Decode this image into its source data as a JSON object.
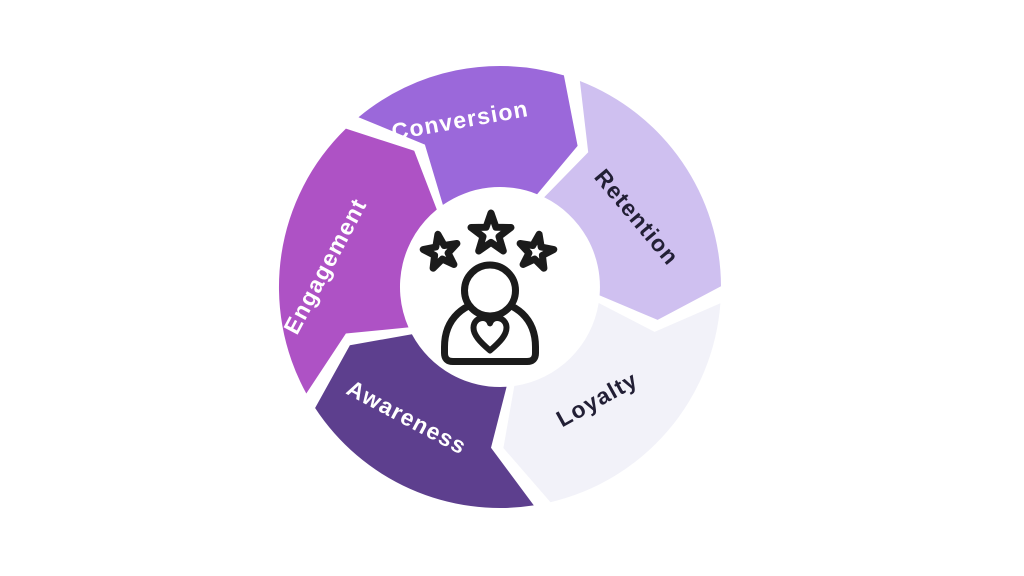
{
  "diagram": {
    "type": "cycle-arrows",
    "direction": "clockwise",
    "background_color": "#ffffff",
    "segments": [
      {
        "label": "Conversion",
        "color": "#9b68da",
        "text_color": "#ffffff",
        "start_deg": 132,
        "end_deg": 71
      },
      {
        "label": "Retention",
        "color": "#cfc0f0",
        "text_color": "#221f35",
        "start_deg": 71,
        "end_deg": -2
      },
      {
        "label": "Loyalty",
        "color": "#f2f2f9",
        "text_color": "#221f35",
        "start_deg": -2,
        "end_deg": -79
      },
      {
        "label": "Awareness",
        "color": "#5d3f8e",
        "text_color": "#ffffff",
        "start_deg": -79,
        "end_deg": -149
      },
      {
        "label": "Engagement",
        "color": "#ae52c5",
        "text_color": "#ffffff",
        "start_deg": -149,
        "end_deg": -228
      }
    ],
    "center_icon": {
      "name": "customer-satisfaction-icon",
      "description": "person with heart on chest and three stars overhead",
      "stroke_color": "#1b1b1b",
      "fill_color": "#ffffff"
    }
  }
}
